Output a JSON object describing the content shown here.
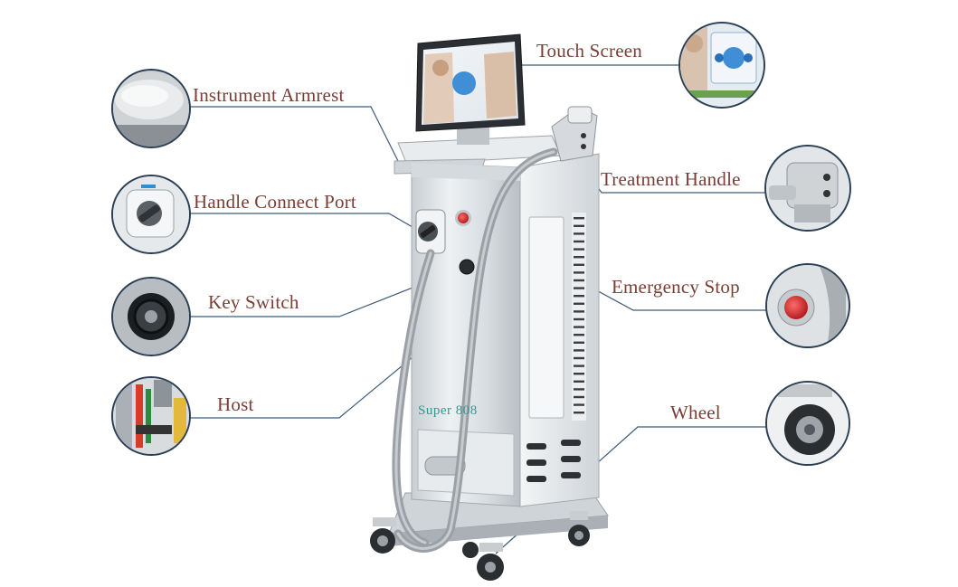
{
  "callouts": {
    "touch_screen": "Touch Screen",
    "instrument_armrest": "Instrument Armrest",
    "treatment_handle": "Treatment Handle",
    "handle_connect_port": "Handle Connect Port",
    "key_switch": "Key Switch",
    "emergency_stop": "Emergency Stop",
    "host": "Host",
    "wheel": "Wheel"
  },
  "machine": {
    "brand_text": "Super 808"
  },
  "colors": {
    "label_text": "#7a3e36",
    "leader_line": "#3c5a7a",
    "circle_border": "#2c3f55",
    "body_silver": "#dfe3e6",
    "stop_red": "#d23a3a",
    "brand_teal": "#2f9a8e"
  }
}
